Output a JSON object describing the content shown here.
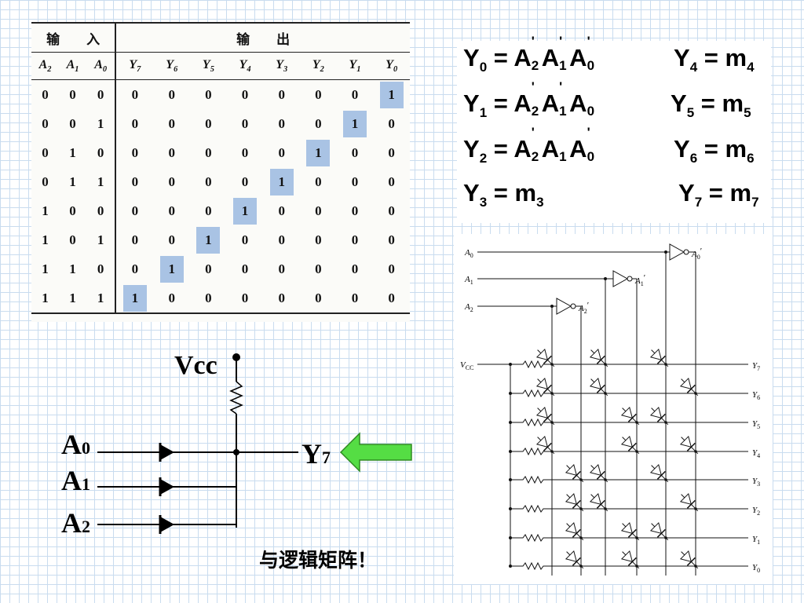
{
  "truth_table": {
    "group_input": "输　　入",
    "group_output": "输　　出",
    "input_headers": [
      "A2",
      "A1",
      "A0"
    ],
    "output_headers": [
      "Y7",
      "Y6",
      "Y5",
      "Y4",
      "Y3",
      "Y2",
      "Y1",
      "Y0"
    ],
    "rows": [
      {
        "inputs": [
          "0",
          "0",
          "0"
        ],
        "outputs": [
          "0",
          "0",
          "0",
          "0",
          "0",
          "0",
          "0",
          "1"
        ]
      },
      {
        "inputs": [
          "0",
          "0",
          "1"
        ],
        "outputs": [
          "0",
          "0",
          "0",
          "0",
          "0",
          "0",
          "1",
          "0"
        ]
      },
      {
        "inputs": [
          "0",
          "1",
          "0"
        ],
        "outputs": [
          "0",
          "0",
          "0",
          "0",
          "0",
          "1",
          "0",
          "0"
        ]
      },
      {
        "inputs": [
          "0",
          "1",
          "1"
        ],
        "outputs": [
          "0",
          "0",
          "0",
          "0",
          "1",
          "0",
          "0",
          "0"
        ]
      },
      {
        "inputs": [
          "1",
          "0",
          "0"
        ],
        "outputs": [
          "0",
          "0",
          "0",
          "1",
          "0",
          "0",
          "0",
          "0"
        ]
      },
      {
        "inputs": [
          "1",
          "0",
          "1"
        ],
        "outputs": [
          "0",
          "0",
          "1",
          "0",
          "0",
          "0",
          "0",
          "0"
        ]
      },
      {
        "inputs": [
          "1",
          "1",
          "0"
        ],
        "outputs": [
          "0",
          "1",
          "0",
          "0",
          "0",
          "0",
          "0",
          "0"
        ]
      },
      {
        "inputs": [
          "1",
          "1",
          "1"
        ],
        "outputs": [
          "1",
          "0",
          "0",
          "0",
          "0",
          "0",
          "0",
          "0"
        ]
      }
    ],
    "highlight_color": "#a9c3e4"
  },
  "equations": {
    "y0": {
      "lhs": "Y",
      "lhs_sub": "0",
      "eq": "=",
      "terms": [
        {
          "v": "A",
          "p": "'",
          "s": "2"
        },
        {
          "v": "A",
          "p": "'",
          "s": "1"
        },
        {
          "v": "A",
          "p": "'",
          "s": "0"
        }
      ]
    },
    "y1": {
      "lhs": "Y",
      "lhs_sub": "1",
      "eq": "=",
      "terms": [
        {
          "v": "A",
          "p": "'",
          "s": "2"
        },
        {
          "v": "A",
          "p": "'",
          "s": "1"
        },
        {
          "v": "A",
          "p": "",
          "s": "0"
        }
      ]
    },
    "y2": {
      "lhs": "Y",
      "lhs_sub": "2",
      "eq": "=",
      "terms": [
        {
          "v": "A",
          "p": "'",
          "s": "2"
        },
        {
          "v": "A",
          "p": "",
          "s": "1"
        },
        {
          "v": "A",
          "p": "'",
          "s": "0"
        }
      ]
    },
    "y3": {
      "lhs": "Y",
      "lhs_sub": "3",
      "eq": "=",
      "m": "m",
      "m_sub": "3"
    },
    "y4": {
      "lhs": "Y",
      "lhs_sub": "4",
      "eq": "=",
      "m": "m",
      "m_sub": "4"
    },
    "y5": {
      "lhs": "Y",
      "lhs_sub": "5",
      "eq": "=",
      "m": "m",
      "m_sub": "5"
    },
    "y6": {
      "lhs": "Y",
      "lhs_sub": "6",
      "eq": "=",
      "m": "m",
      "m_sub": "6"
    },
    "y7": {
      "lhs": "Y",
      "lhs_sub": "7",
      "eq": "=",
      "m": "m",
      "m_sub": "7"
    }
  },
  "circuit_left": {
    "vcc": "Vcc",
    "inputs": [
      {
        "v": "A",
        "s": "0"
      },
      {
        "v": "A",
        "s": "1"
      },
      {
        "v": "A",
        "s": "2"
      }
    ],
    "output": {
      "v": "Y",
      "s": "7"
    },
    "arrow_color": "#55dd44",
    "caption": "与逻辑矩阵！"
  },
  "diode_matrix": {
    "inputs": [
      {
        "v": "A",
        "s": "0"
      },
      {
        "v": "A",
        "s": "1"
      },
      {
        "v": "A",
        "s": "2"
      }
    ],
    "inverter_outputs": [
      {
        "v": "A",
        "s": "0",
        "p": "′"
      },
      {
        "v": "A",
        "s": "1",
        "p": "′"
      },
      {
        "v": "A",
        "s": "2",
        "p": "′"
      }
    ],
    "vcc": {
      "v": "V",
      "s": "CC"
    },
    "outputs": [
      {
        "v": "Y",
        "s": "7"
      },
      {
        "v": "Y",
        "s": "6"
      },
      {
        "v": "Y",
        "s": "5"
      },
      {
        "v": "Y",
        "s": "4"
      },
      {
        "v": "Y",
        "s": "3"
      },
      {
        "v": "Y",
        "s": "2"
      },
      {
        "v": "Y",
        "s": "1"
      },
      {
        "v": "Y",
        "s": "0"
      }
    ]
  }
}
